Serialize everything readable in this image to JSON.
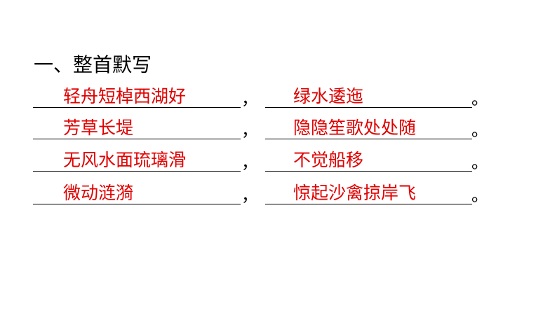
{
  "title": "一、整首默写",
  "rows": [
    {
      "left": "轻舟短棹西湖好",
      "right": "绿水逶迤"
    },
    {
      "left": "芳草长堤",
      "right": "隐隐笙歌处处随"
    },
    {
      "left": "无风水面琉璃滑",
      "right": "不觉船移"
    },
    {
      "left": "微动涟漪",
      "right": "惊起沙禽掠岸飞"
    }
  ],
  "comma": "，",
  "period": "。",
  "colors": {
    "answer": "#e00000"
  }
}
